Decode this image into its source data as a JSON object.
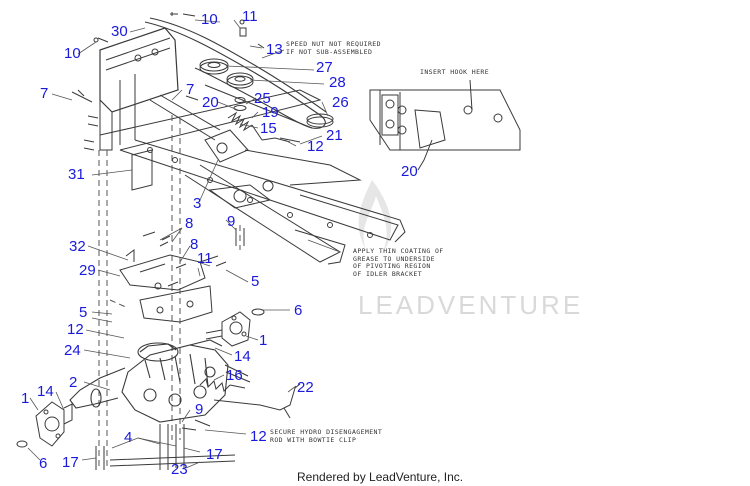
{
  "callouts": {
    "c10a": "10",
    "c11a": "11",
    "c30": "30",
    "c10b": "10",
    "c13": "13",
    "c27": "27",
    "c28": "28",
    "c7a": "7",
    "c7b": "7",
    "c20a": "20",
    "c25": "25",
    "c26": "26",
    "c19": "19",
    "c15": "15",
    "c21": "21",
    "c12a": "12",
    "c20b": "20",
    "c31": "31",
    "c3": "3",
    "c8a": "8",
    "c9a": "9",
    "c32": "32",
    "c8b": "8",
    "c11b": "11",
    "c29": "29",
    "c5a": "5",
    "c5b": "5",
    "c6a": "6",
    "c12b": "12",
    "c1a": "1",
    "c24": "24",
    "c14a": "14",
    "c16": "16",
    "c2": "2",
    "c22": "22",
    "c14b": "14",
    "c1b": "1",
    "c9b": "9",
    "c4": "4",
    "c12c": "12",
    "c17a": "17",
    "c17b": "17",
    "c6b": "6",
    "c23": "23"
  },
  "notes": {
    "speed_nut": "SPEED NUT NOT REQUIRED\nIF NOT SUB-ASSEMBLED",
    "insert_hook": "INSERT HOOK HERE",
    "grease": "APPLY THIN COATING OF\nGREASE TO UNDERSIDE\nOF PIVOTING REGION\nOF IDLER BRACKET",
    "hydro": "SECURE HYDRO DISENGAGEMENT\nROD WITH BOWTIE CLIP"
  },
  "watermark": "LEADVENTURE",
  "footer": "Rendered by LeadVenture, Inc."
}
